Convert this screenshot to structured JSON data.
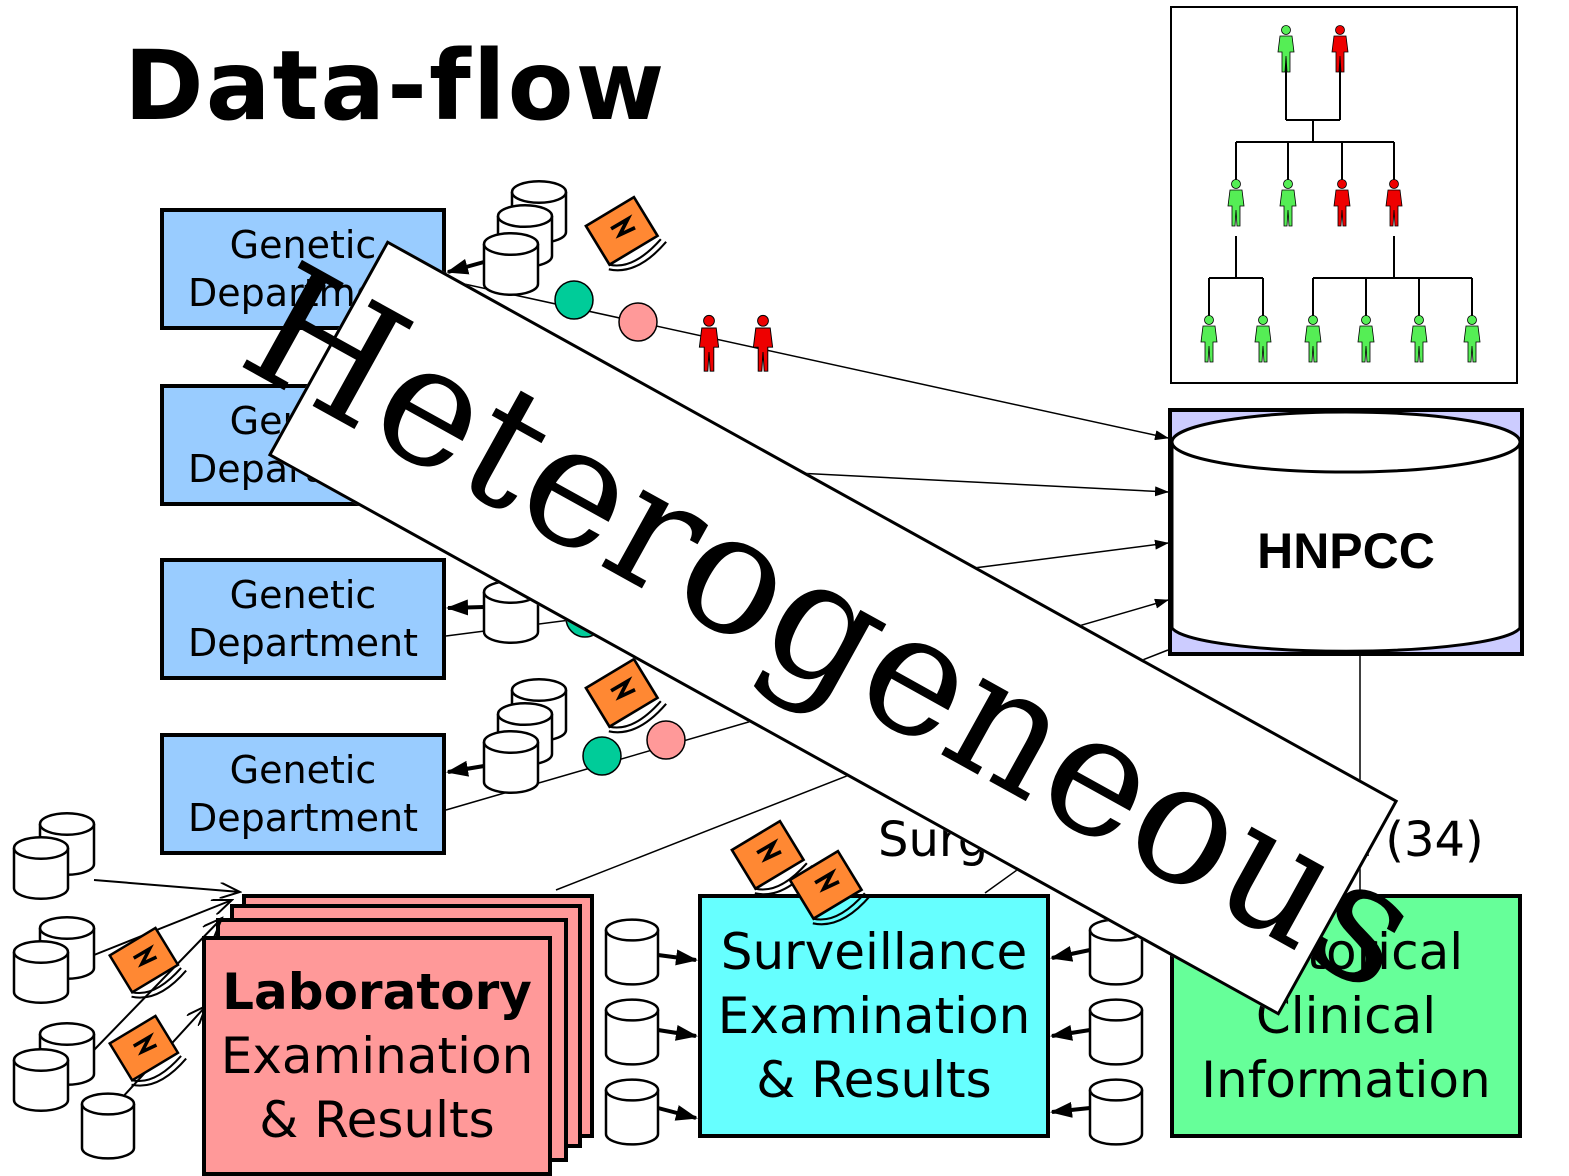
{
  "title": "Data-flow",
  "genetic_departments": [
    {
      "line1": "Genetic",
      "line2": "Department"
    },
    {
      "line1": "Genetic",
      "line2": "Department"
    },
    {
      "line1": "Genetic",
      "line2": "Department"
    },
    {
      "line1": "Genetic",
      "line2": "Department"
    }
  ],
  "database_label": "HNPCC",
  "laboratory": {
    "bold": "Laboratory",
    "line2": "Examination",
    "line3": "& Results"
  },
  "surveillance": {
    "line1": "Surveillance",
    "line2": "Examination",
    "line3": "& Results"
  },
  "historical": {
    "line1": "Historical",
    "line2": "Clinical",
    "line3": "Information"
  },
  "surgical_label": "Surgical department (34)",
  "overlay_text": "Heterogeneous",
  "colors": {
    "genetic": "#99ccff",
    "laboratory": "#ff9999",
    "surveillance": "#66ffff",
    "historical": "#66ff99",
    "database_frame": "#ccccff",
    "affected": "#ee0000",
    "unaffected": "#55ee55",
    "token_teal": "#00cc99",
    "token_pink": "#ff9999",
    "folder": "#ff8833"
  },
  "icons": [
    "database-icon",
    "folder-icon",
    "person-icon"
  ]
}
